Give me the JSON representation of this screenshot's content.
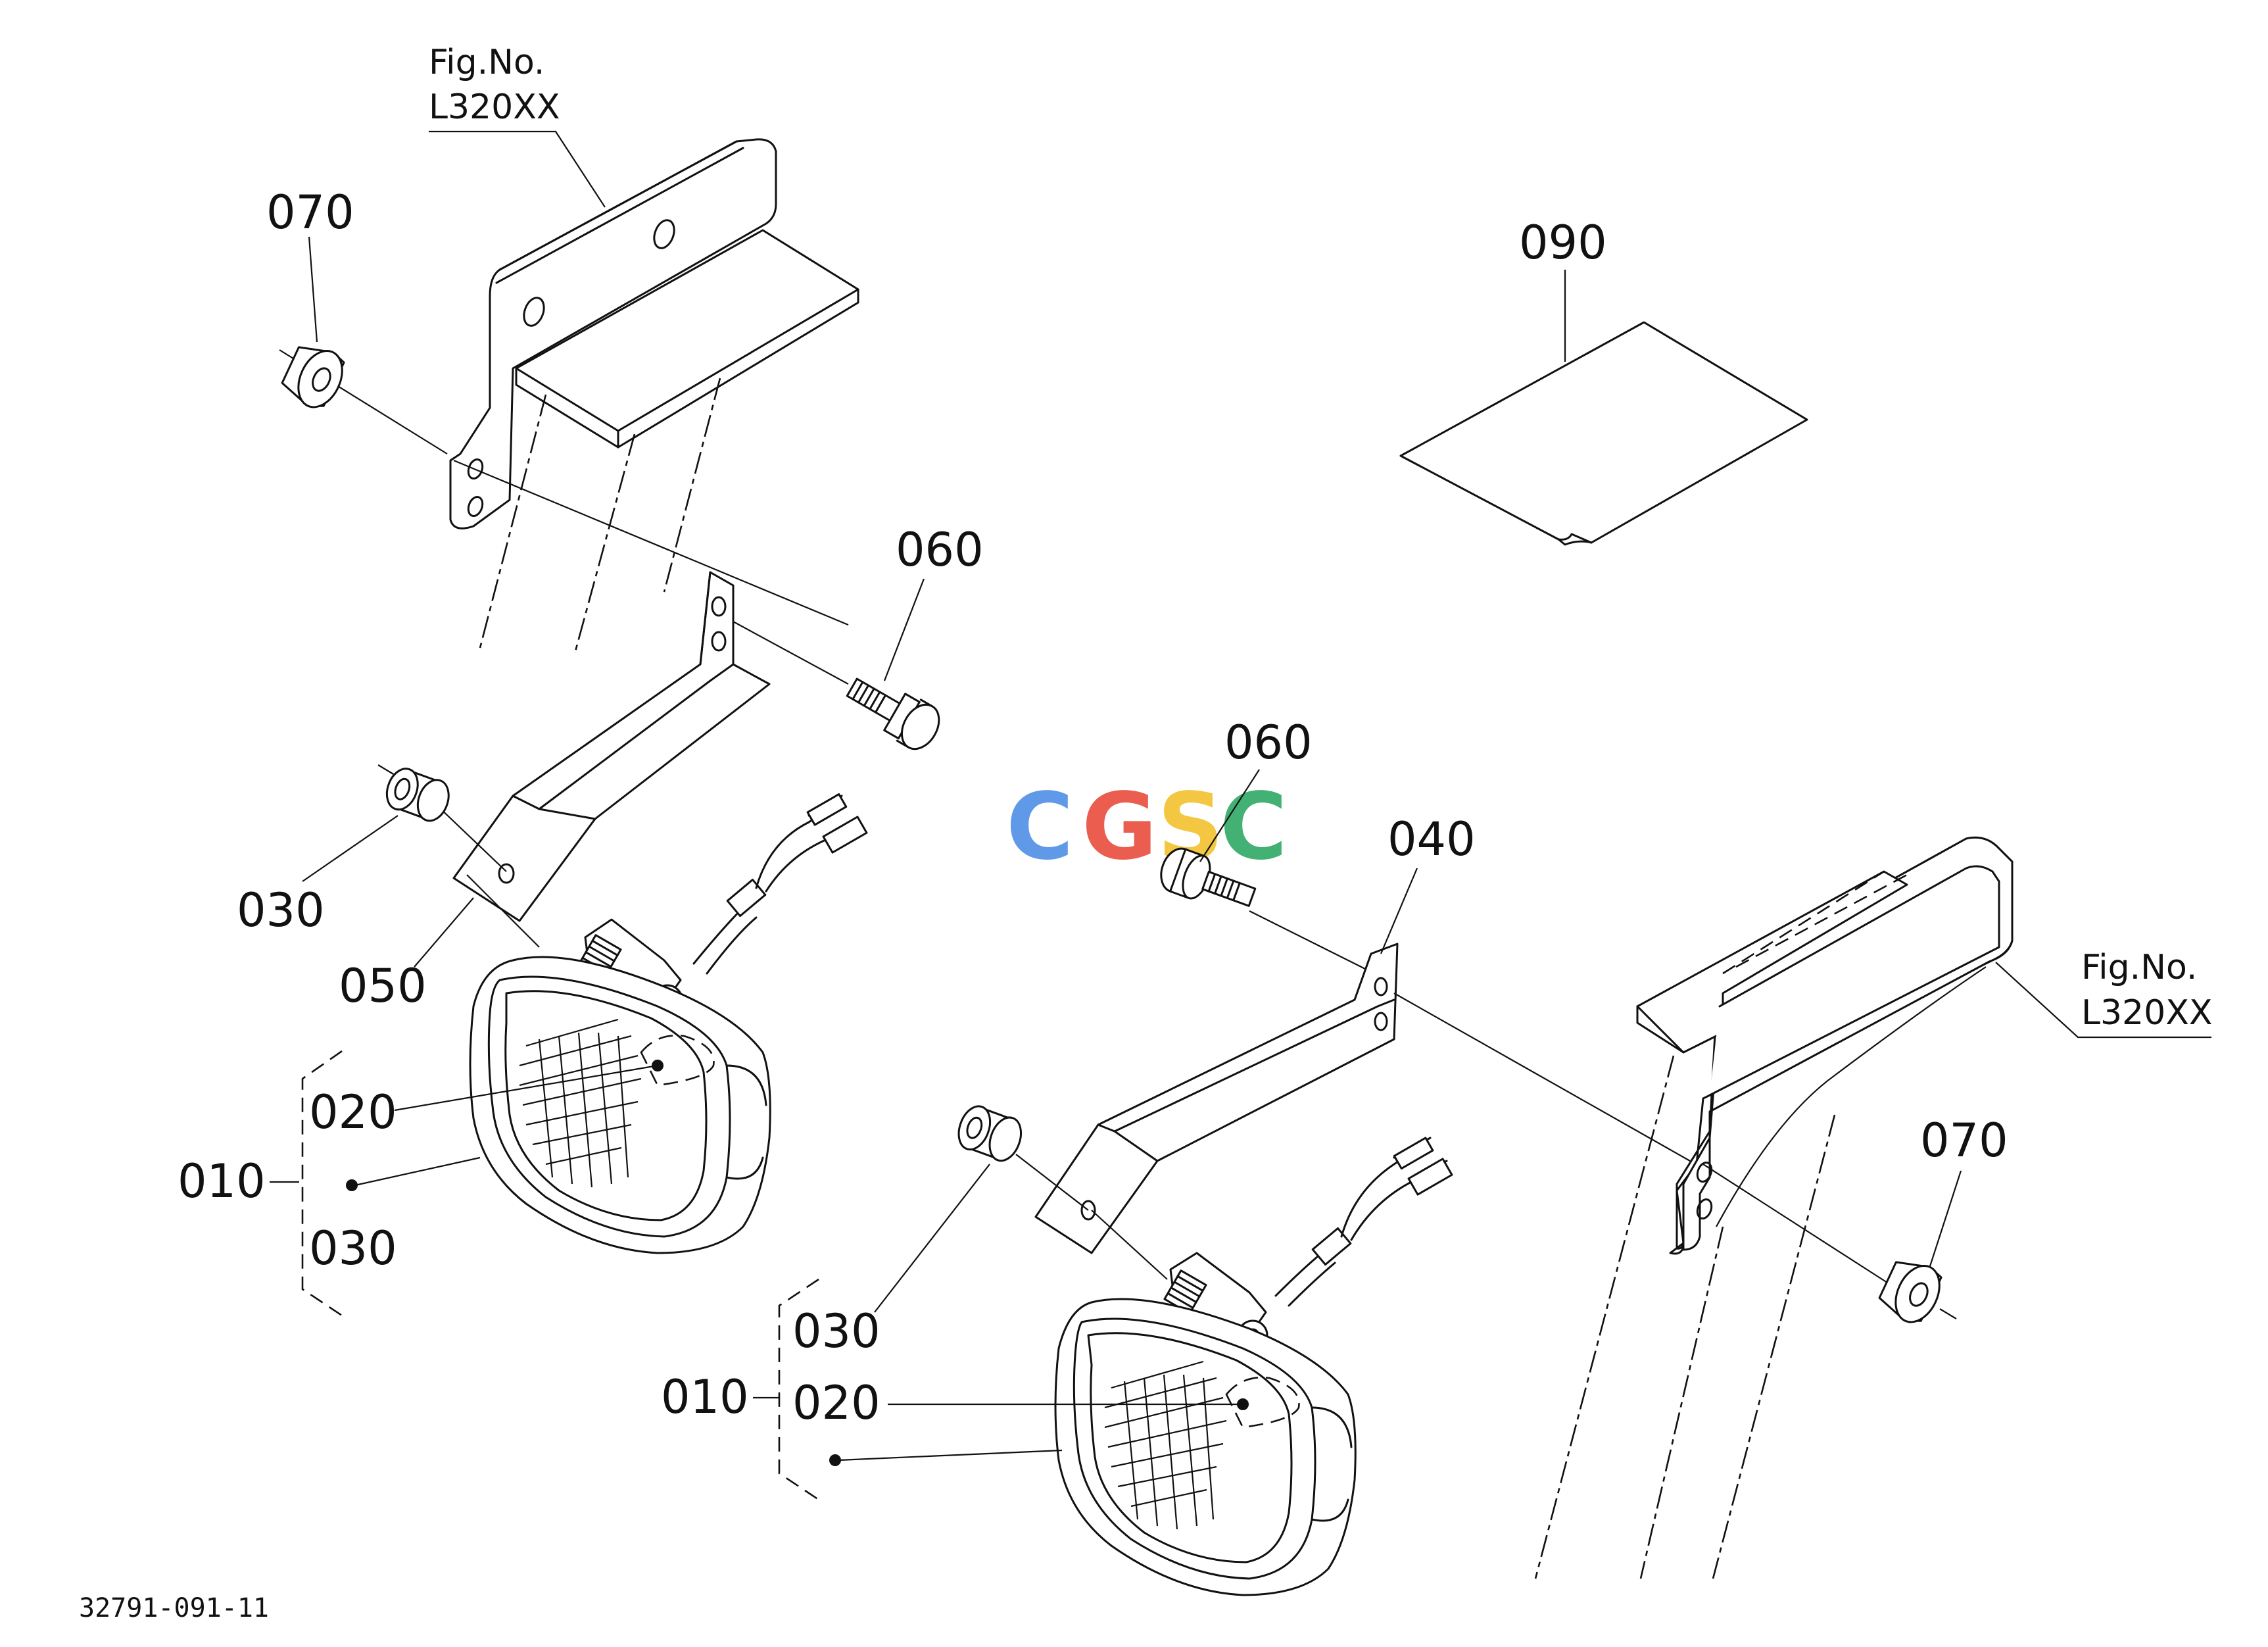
{
  "figure_refs": {
    "top_left": {
      "line1": "Fig.No.",
      "line2": "L320XX"
    },
    "right": {
      "line1": "Fig.No.",
      "line2": "L320XX"
    }
  },
  "callouts": {
    "top_070": "070",
    "top_060": "060",
    "top_090": "090",
    "left_030": "030",
    "left_050": "050",
    "left_020": "020",
    "left_010": "010",
    "left_030_lower": "030",
    "mid_060": "060",
    "mid_040": "040",
    "right_070": "070",
    "bottom_030": "030",
    "bottom_010": "010",
    "bottom_020": "020"
  },
  "watermark": {
    "letters": [
      "C",
      "G",
      "S",
      "C"
    ],
    "colors": [
      "#4f8fe6",
      "#e84c3d",
      "#f2c12e",
      "#2fa866"
    ]
  },
  "diagram_code": "32791-091-11"
}
